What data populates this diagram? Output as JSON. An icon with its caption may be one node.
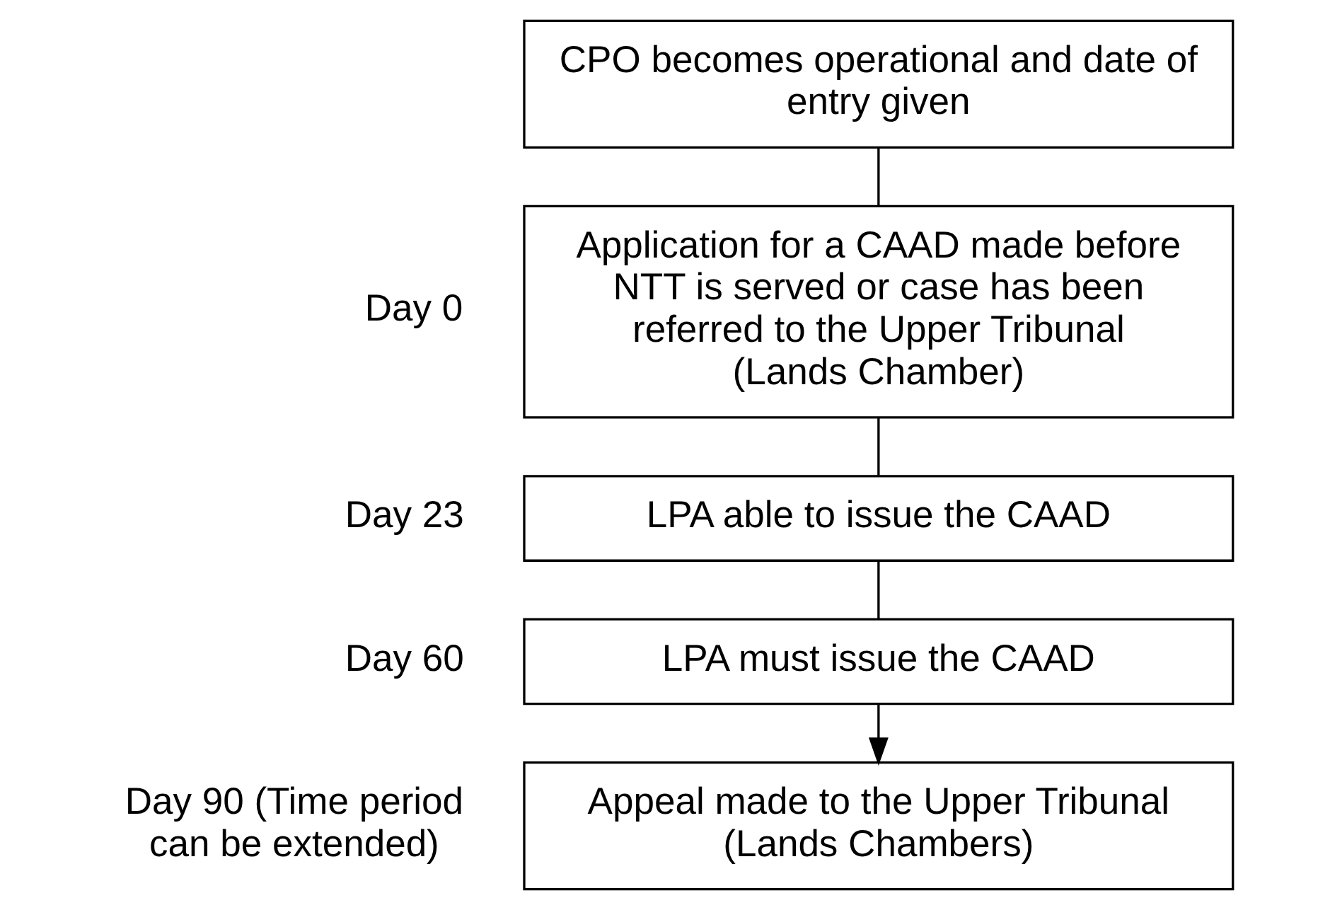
{
  "diagram": {
    "nodes": [
      {
        "text": [
          "CPO becomes operational and date of entry given"
        ]
      },
      {
        "text": [
          "Application for a CAAD made before NTT is served or case has been referred to the Upper Tribunal (Lands Chamber)"
        ],
        "beside": [
          "Day 0"
        ]
      },
      {
        "text": [
          "LPA able to issue the CAAD"
        ],
        "beside": [
          "Day 23"
        ]
      },
      {
        "text": [
          "LPA must issue the CAAD"
        ],
        "beside": [
          "Day 60"
        ]
      },
      {
        "text": [
          "Appeal made to the Upper Tribunal (Lands Chambers)"
        ],
        "beside": [
          "Day 90 (Time period can be extended)"
        ]
      }
    ],
    "edges": [
      {
        "from": 0,
        "to": 1,
        "arrow": "none"
      },
      {
        "from": 1,
        "to": 2,
        "arrow": "none"
      },
      {
        "from": 2,
        "to": 3,
        "arrow": "none"
      },
      {
        "from": 3,
        "to": 4,
        "arrow": "to"
      }
    ]
  }
}
